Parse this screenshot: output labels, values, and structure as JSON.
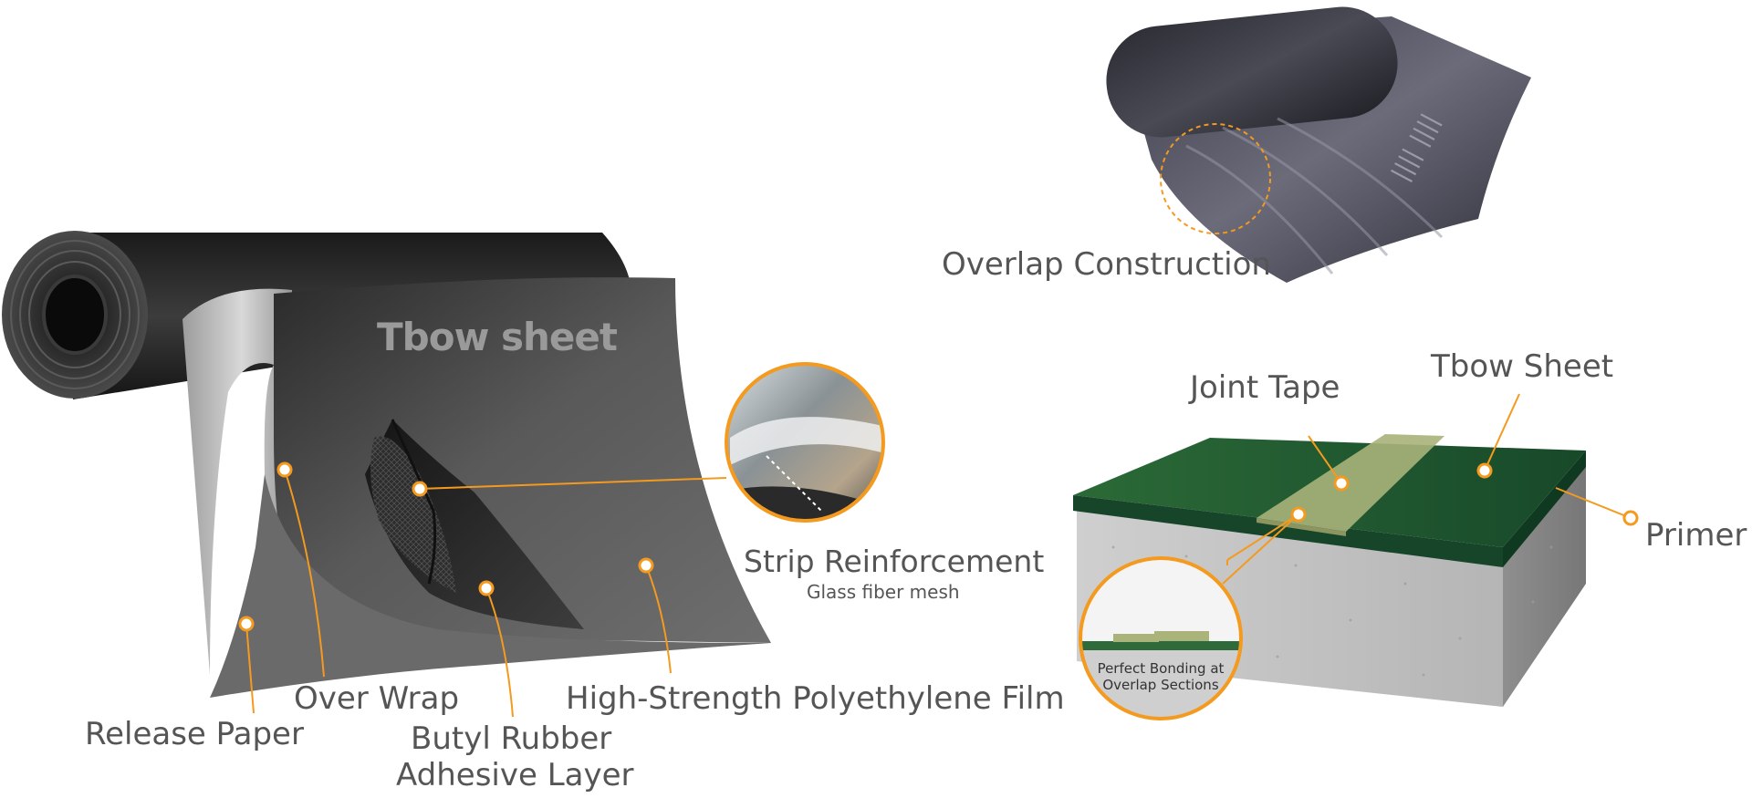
{
  "left_diagram": {
    "brand_text": "Tbow sheet",
    "labels": {
      "strip_reinforcement": "Strip Reinforcement",
      "strip_reinforcement_sub": "Glass fiber mesh",
      "over_wrap": "Over Wrap",
      "release_paper": "Release Paper",
      "butyl_line1": "Butyl Rubber",
      "butyl_line2": "Adhesive Layer",
      "polyethylene_film": "High-Strength Polyethylene Film"
    }
  },
  "right_top": {
    "caption": "Overlap Construction"
  },
  "right_bottom": {
    "labels": {
      "joint_tape": "Joint Tape",
      "tbow_sheet": "Tbow Sheet",
      "primer": "Primer",
      "inset_line1": "Perfect Bonding at",
      "inset_line2": "Overlap Sections"
    }
  },
  "colors": {
    "callout_orange": "#f39a1f",
    "sheet_green": "#1f5a2e",
    "tape_tan": "#a9b37a",
    "concrete_gray": "#b9b9b9",
    "label_gray": "#555555"
  },
  "icons": {
    "callout_marker": "ring-dot-icon"
  }
}
